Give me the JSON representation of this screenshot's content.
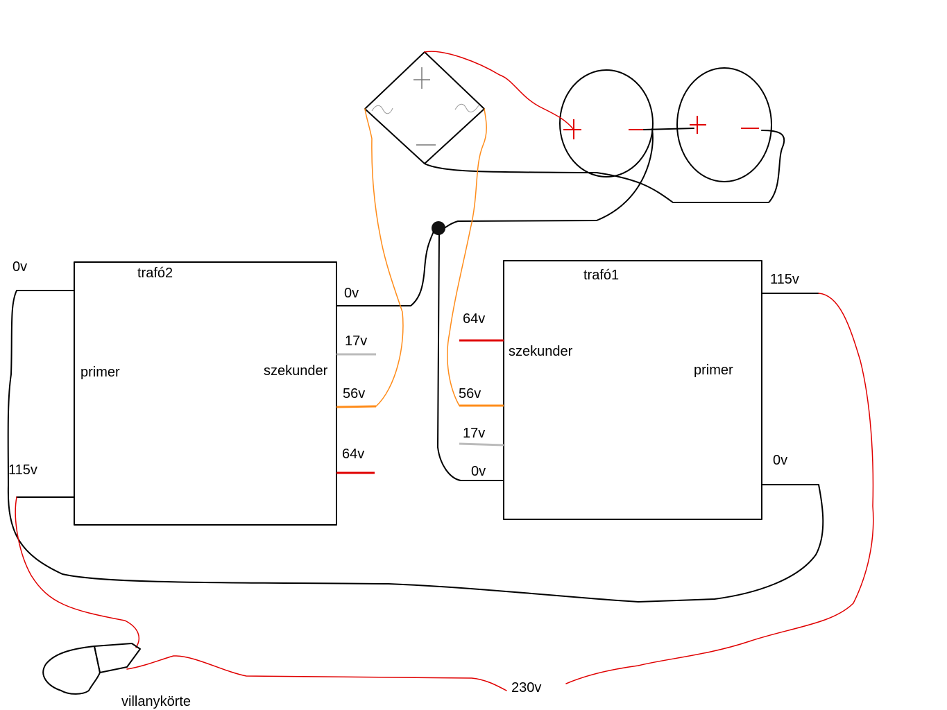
{
  "colors": {
    "background": "#ffffff",
    "line": "#000000",
    "wire_red": "#e00000",
    "wire_orange": "#ff8c1a",
    "tap_gray": "#bbbbbb"
  },
  "trafo2": {
    "title": "trafó2",
    "primary_label": "primer",
    "secondary_label": "szekunder",
    "primary_taps": {
      "zero": "0v",
      "high": "115v"
    },
    "secondary_taps": {
      "zero": "0v",
      "t17": "17v",
      "t56": "56v",
      "t64": "64v"
    }
  },
  "trafo1": {
    "title": "trafó1",
    "primary_label": "primer",
    "secondary_label": "szekunder",
    "primary_taps": {
      "high": "115v",
      "zero": "0v"
    },
    "secondary_taps": {
      "t64": "64v",
      "t56": "56v",
      "t17": "17v",
      "zero": "0v"
    }
  },
  "mains_label": "230v",
  "lamp_label": "villanykörte",
  "rectifier": {
    "plus": "+",
    "minus": "—",
    "ac": "~"
  },
  "capacitors": [
    {
      "plus": "+",
      "minus": "—"
    },
    {
      "plus": "+",
      "minus": "—"
    }
  ]
}
